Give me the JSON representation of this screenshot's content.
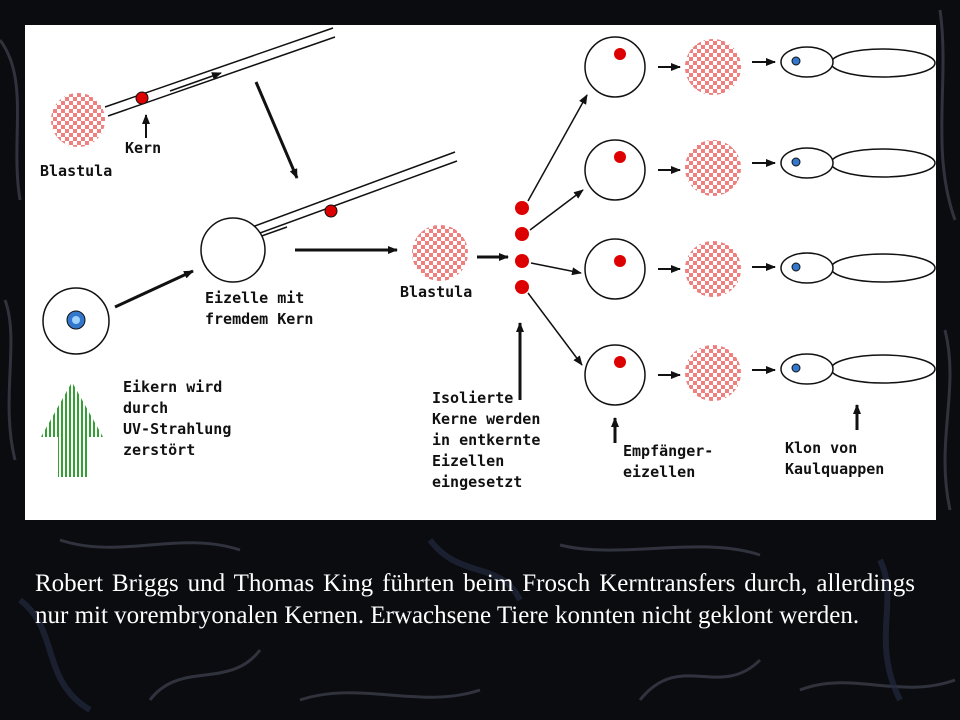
{
  "diagram": {
    "labels": {
      "blastula_top": "Blastula",
      "kern": "Kern",
      "eizelle_fremd": "Eizelle mit\nfremdem Kern",
      "blastula_mid": "Blastula",
      "eikern": "Eikern wird\ndurch\nUV-Strahlung\nzerstört",
      "isolierte": "Isolierte\nKerne werden\nin entkernte\nEizellen\neingesetzt",
      "empfaenger": "Empfänger-\neizellen",
      "klon": "Klon von\nKaulquappen"
    },
    "colors": {
      "nucleus": "#dd0000",
      "blastula_check": "#f08080",
      "uv_arrow": "#33a033",
      "egg_nucleus": "#3377cc"
    }
  },
  "caption": "Robert Briggs und Thomas King führten beim Frosch Kerntransfers durch, allerdings nur mit vorembryonalen Kernen. Erwachsene Tiere konnten nicht geklont werden."
}
